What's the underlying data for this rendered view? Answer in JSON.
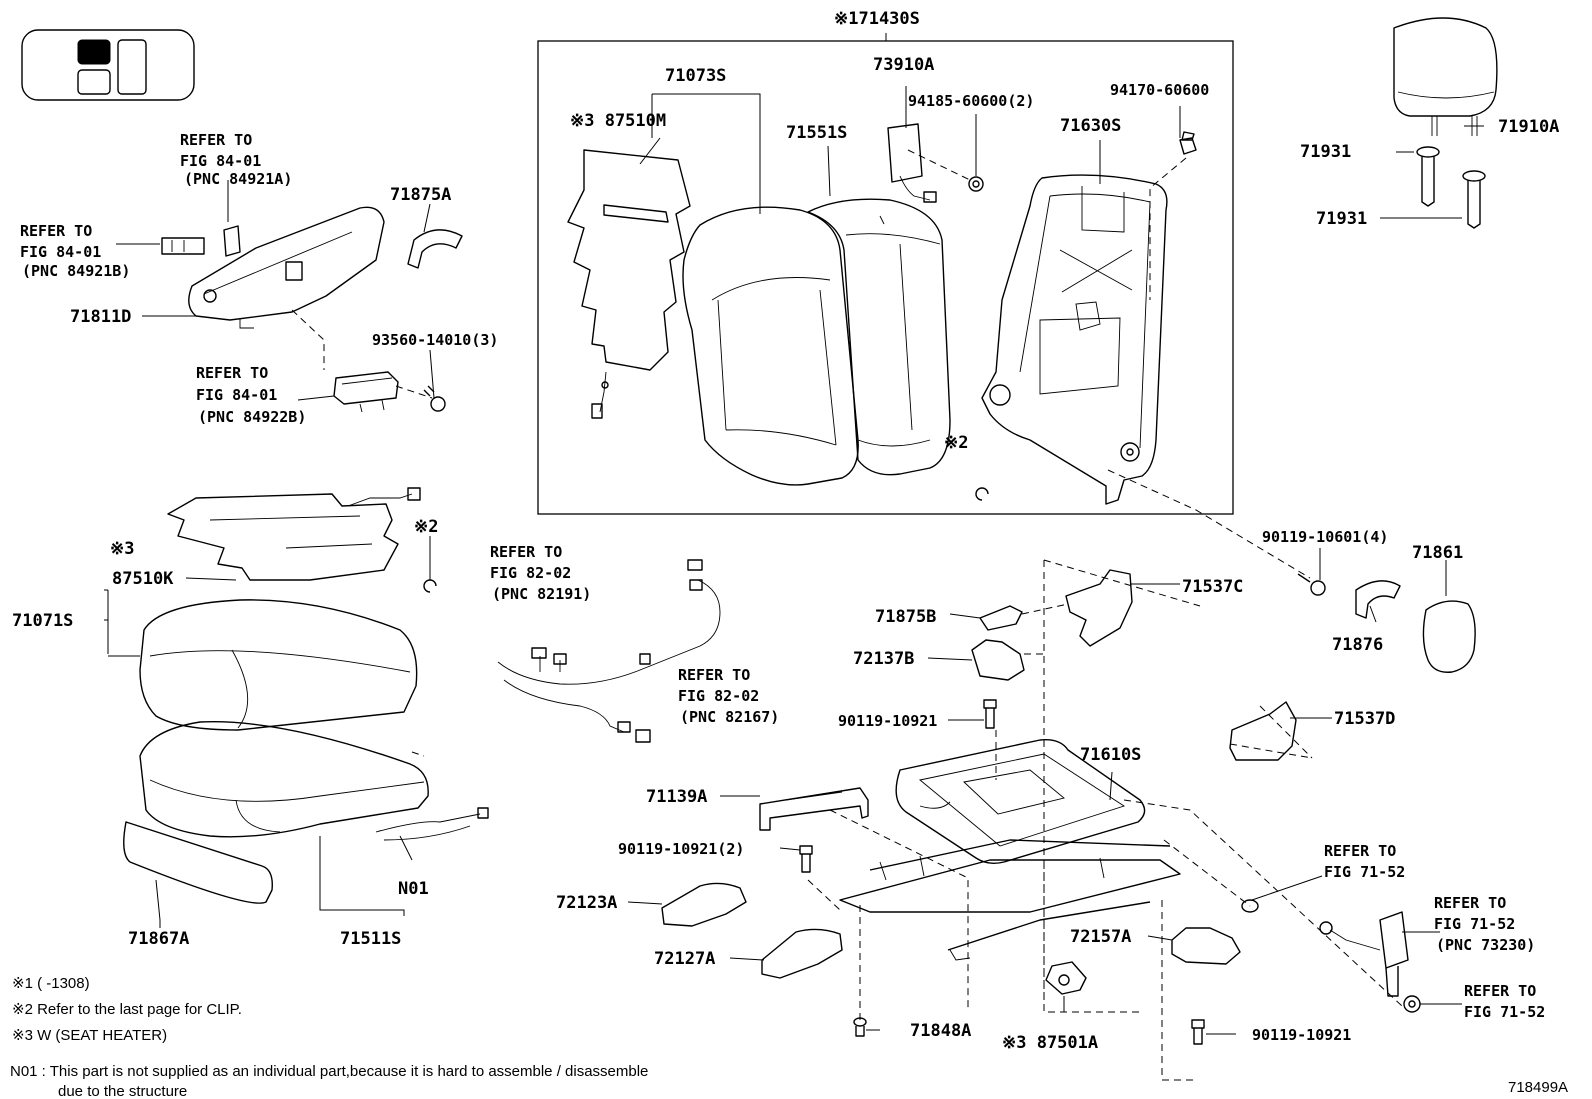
{
  "diagram": {
    "id_code": "718499A",
    "assembly_callout": "※171430S",
    "parts": {
      "p71073S": "71073S",
      "p87510M": "※3 87510M",
      "p71551S": "71551S",
      "p73910A": "73910A",
      "p94185": "94185-60600(2)",
      "p94170": "94170-60600",
      "p71630S": "71630S",
      "p71910A": "71910A",
      "p71931a": "71931",
      "p71931b": "71931",
      "p71875A": "71875A",
      "p71811D": "71811D",
      "p93560": "93560-14010(3)",
      "note2a": "※2",
      "note2b": "※2",
      "note3": "※3",
      "p87510K": "87510K",
      "p71071S": "71071S",
      "p90119_4": "90119-10601(4)",
      "p71861": "71861",
      "p71537C": "71537C",
      "p71875B": "71875B",
      "p71876": "71876",
      "p72137B": "72137B",
      "p90119_a": "90119-10921",
      "p71537D": "71537D",
      "p71610S": "71610S",
      "p71139A": "71139A",
      "p90119_2": "90119-10921(2)",
      "p72123A": "72123A",
      "p72127A": "72127A",
      "p72157A": "72157A",
      "p71848A": "71848A",
      "p87501A": "※3 87501A",
      "p90119_b": "90119-10921",
      "pN01": "N01",
      "p71867A": "71867A",
      "p71511S": "71511S"
    },
    "refs": {
      "r1": [
        "REFER TO",
        "FIG 84-01",
        "(PNC 84921A)"
      ],
      "r2": [
        "REFER TO",
        "FIG 84-01",
        "(PNC 84921B)"
      ],
      "r3": [
        "REFER TO",
        "FIG 84-01",
        "(PNC 84922B)"
      ],
      "r4": [
        "REFER TO",
        "FIG 82-02",
        "(PNC 82191)"
      ],
      "r5": [
        "REFER TO",
        "FIG 82-02",
        "(PNC 82167)"
      ],
      "r6": [
        "REFER TO",
        "FIG 71-52"
      ],
      "r7": [
        "REFER TO",
        "FIG 71-52",
        "(PNC 73230)"
      ],
      "r8": [
        "REFER TO",
        "FIG 71-52"
      ]
    },
    "legend": [
      "※1 (      -1308)",
      "※2 Refer to the last page for CLIP.",
      "※3 W (SEAT HEATER)"
    ],
    "footnote": [
      "N01 : This part is not supplied as an individual part,because it is hard to assemble / disassemble",
      "due to the structure"
    ]
  }
}
